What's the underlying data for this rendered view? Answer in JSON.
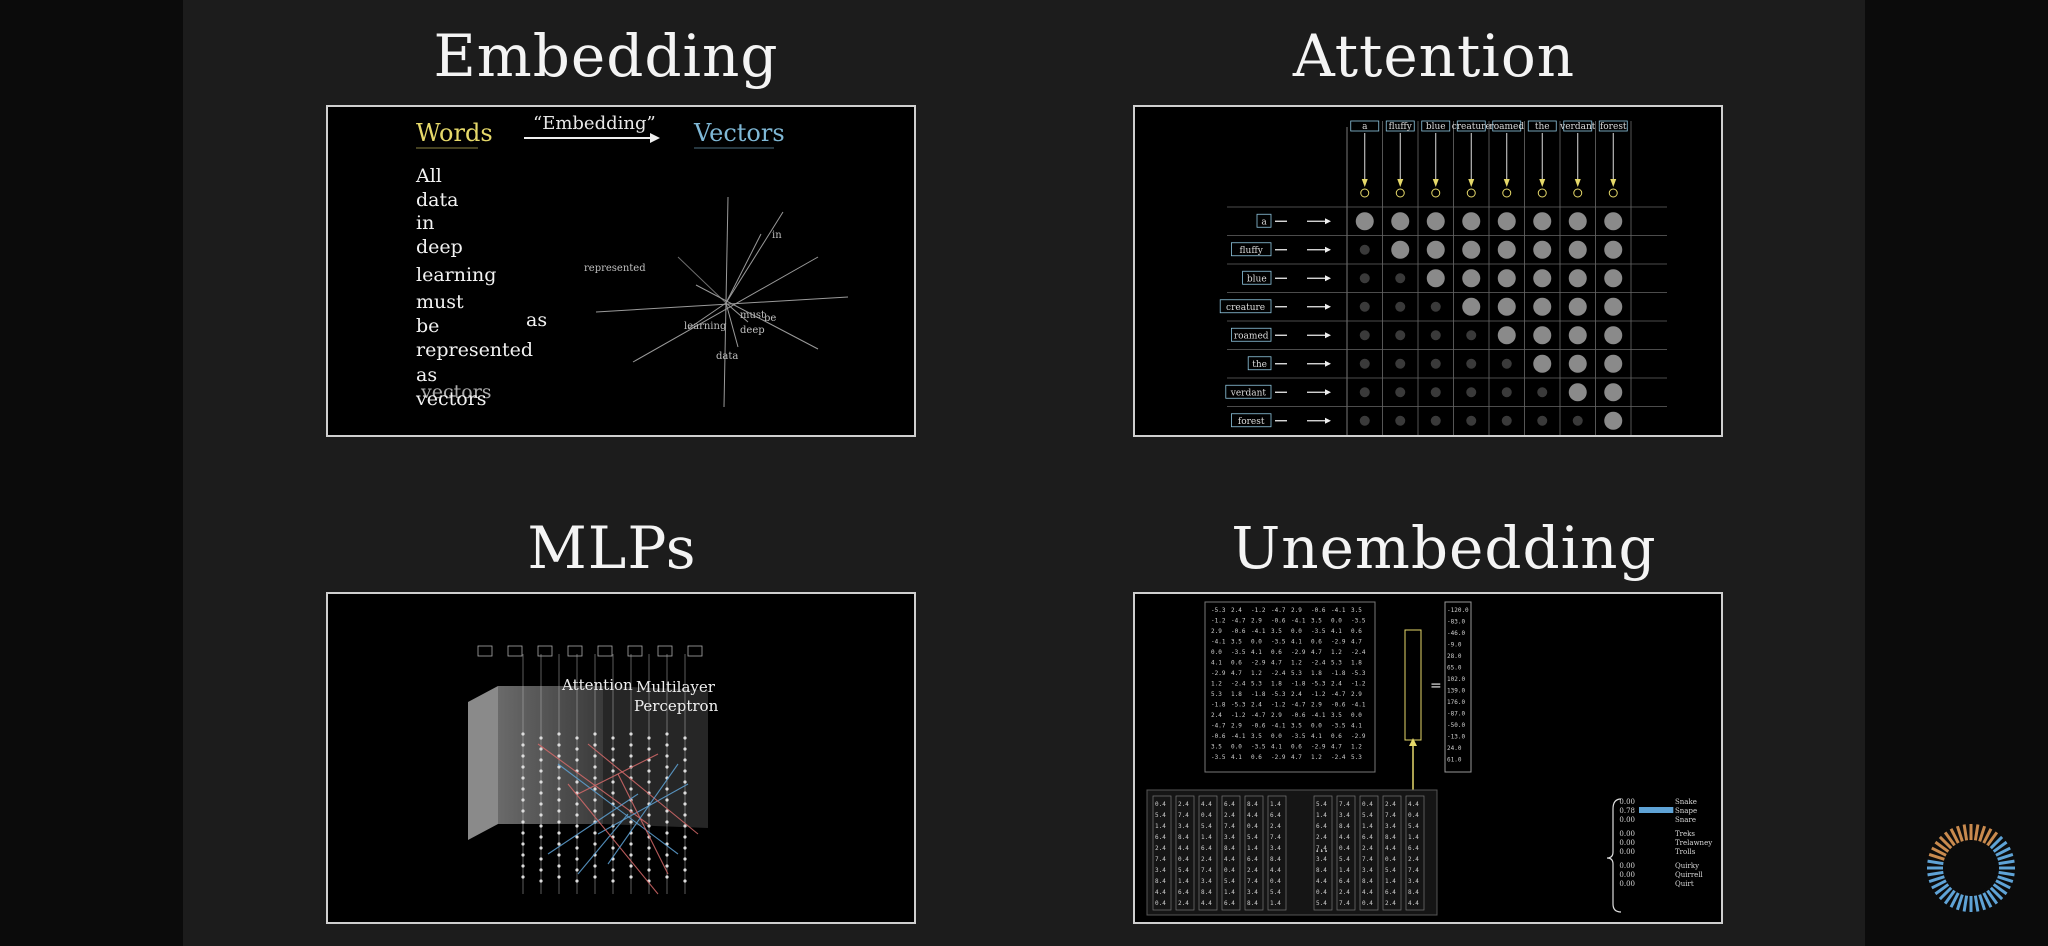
{
  "titles": {
    "embedding": "Embedding",
    "attention": "Attention",
    "mlps": "MLPs",
    "unembedding": "Unembedding"
  },
  "embedding_panel": {
    "words_label": "Words",
    "arrow_label": "“Embedding”",
    "vectors_label": "Vectors",
    "word_list": [
      "All",
      "data",
      "in",
      "deep",
      "learning",
      "must",
      "be",
      "represented",
      "as",
      "vectors"
    ],
    "floating_word": "as",
    "vector_labels": [
      "represented",
      "in",
      "learning",
      "deep",
      "data",
      "must",
      "be"
    ]
  },
  "attention_panel": {
    "tokens": [
      "a",
      "fluffy",
      "blue",
      "creature",
      "roamed",
      "the",
      "verdant",
      "forest"
    ]
  },
  "mlp_panel": {
    "label_line1": "Attention",
    "label_line2": "Multilayer",
    "label_line3": "Perceptron"
  },
  "unembedding_panel": {
    "equals": "=",
    "ellipsis": "···",
    "output_words": [
      "Snake",
      "Snape",
      "Snare",
      "Treks",
      "Trelawney",
      "Trolls",
      "Quirky",
      "Quirrell",
      "Quirt"
    ],
    "output_probs": [
      "0.00",
      "0.78",
      "0.00",
      "0.00",
      "0.00",
      "0.00",
      "0.00",
      "0.00",
      "0.00"
    ]
  },
  "colors": {
    "words": "#e6d96a",
    "vectors": "#7fb8d6",
    "panel_border": "#cfcfcf",
    "slide_bg": "#1c1c1c"
  }
}
